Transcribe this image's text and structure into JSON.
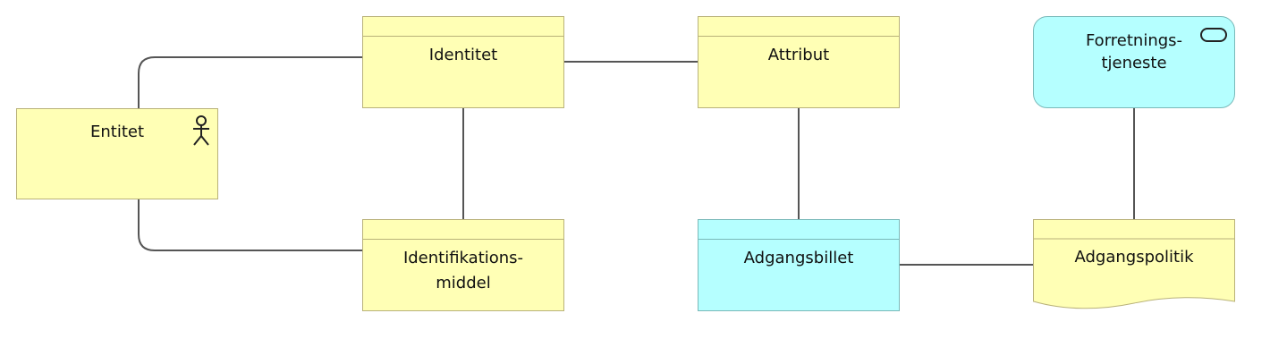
{
  "nodes": {
    "entitet": "Entitet",
    "identitet": "Identitet",
    "attribut": "Attribut",
    "forretningstjeneste": [
      "Forretnings-",
      "tjeneste"
    ],
    "identifikationsmiddel": [
      "Identifikations-",
      "middel"
    ],
    "adgangsbillet": "Adgangsbillet",
    "adgangspolitik": "Adgangspolitik"
  },
  "icons": {
    "entitet": "actor-icon",
    "forretningstjeneste": "business-service-icon"
  },
  "colors": {
    "yellow": "#ffffb5",
    "cyan": "#b5ffff",
    "line": "#555555"
  }
}
